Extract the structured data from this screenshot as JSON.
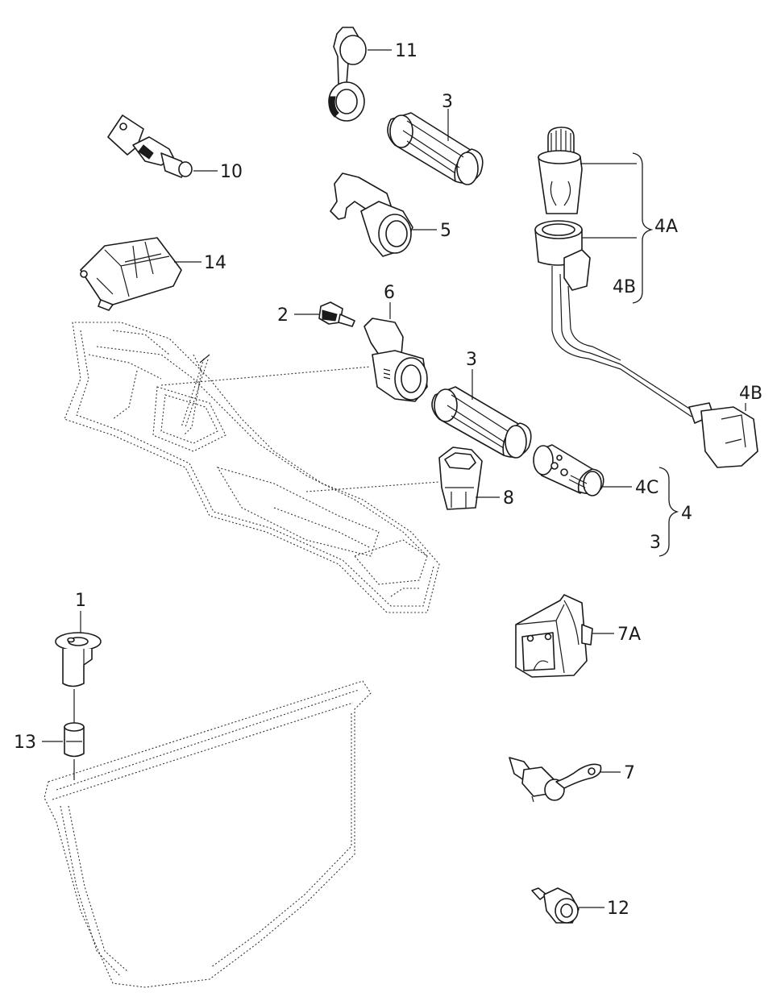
{
  "diagram": {
    "callouts": {
      "c11": "11",
      "c3a": "3",
      "c10": "10",
      "c5": "5",
      "c14": "14",
      "c4a": "4A",
      "c4b1": "4B",
      "c2": "2",
      "c6": "6",
      "c3b": "3",
      "c4b2": "4B",
      "c8": "8",
      "c4c": "4C",
      "c4": "4",
      "c3c": "3",
      "c1": "1",
      "c7a": "7A",
      "c13": "13",
      "c7": "7",
      "c12": "12"
    }
  }
}
